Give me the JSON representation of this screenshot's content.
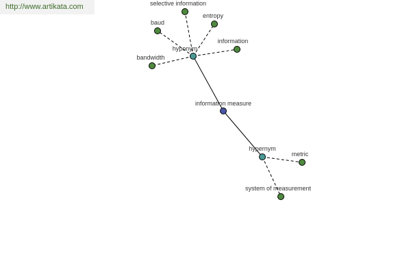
{
  "watermark": {
    "text": "http://www.artikata.com"
  },
  "colors": {
    "center": "#4a56a6",
    "relation": "#4a9a96",
    "leaf": "#4f8a3f"
  },
  "nodes": [
    {
      "id": "information-measure",
      "label": "information measure",
      "kind": "center"
    },
    {
      "id": "hyponym",
      "label": "hyponym",
      "kind": "relation"
    },
    {
      "id": "hypernym",
      "label": "hypernym",
      "kind": "relation"
    },
    {
      "id": "selective-information",
      "label": "selective information",
      "kind": "leaf"
    },
    {
      "id": "entropy",
      "label": "entropy",
      "kind": "leaf"
    },
    {
      "id": "baud",
      "label": "baud",
      "kind": "leaf"
    },
    {
      "id": "information",
      "label": "information",
      "kind": "leaf"
    },
    {
      "id": "bandwidth",
      "label": "bandwidth",
      "kind": "leaf"
    },
    {
      "id": "metric",
      "label": "metric",
      "kind": "leaf"
    },
    {
      "id": "system-of-measurement",
      "label": "system of measurement",
      "kind": "leaf"
    }
  ],
  "edges": [
    {
      "from": "information-measure",
      "to": "hyponym",
      "style": "solid"
    },
    {
      "from": "information-measure",
      "to": "hypernym",
      "style": "solid"
    },
    {
      "from": "hyponym",
      "to": "selective-information",
      "style": "dashed"
    },
    {
      "from": "hyponym",
      "to": "entropy",
      "style": "dashed"
    },
    {
      "from": "hyponym",
      "to": "baud",
      "style": "dashed"
    },
    {
      "from": "hyponym",
      "to": "information",
      "style": "dashed"
    },
    {
      "from": "hyponym",
      "to": "bandwidth",
      "style": "dashed"
    },
    {
      "from": "hypernym",
      "to": "metric",
      "style": "dashed"
    },
    {
      "from": "hypernym",
      "to": "system-of-measurement",
      "style": "dashed"
    }
  ]
}
